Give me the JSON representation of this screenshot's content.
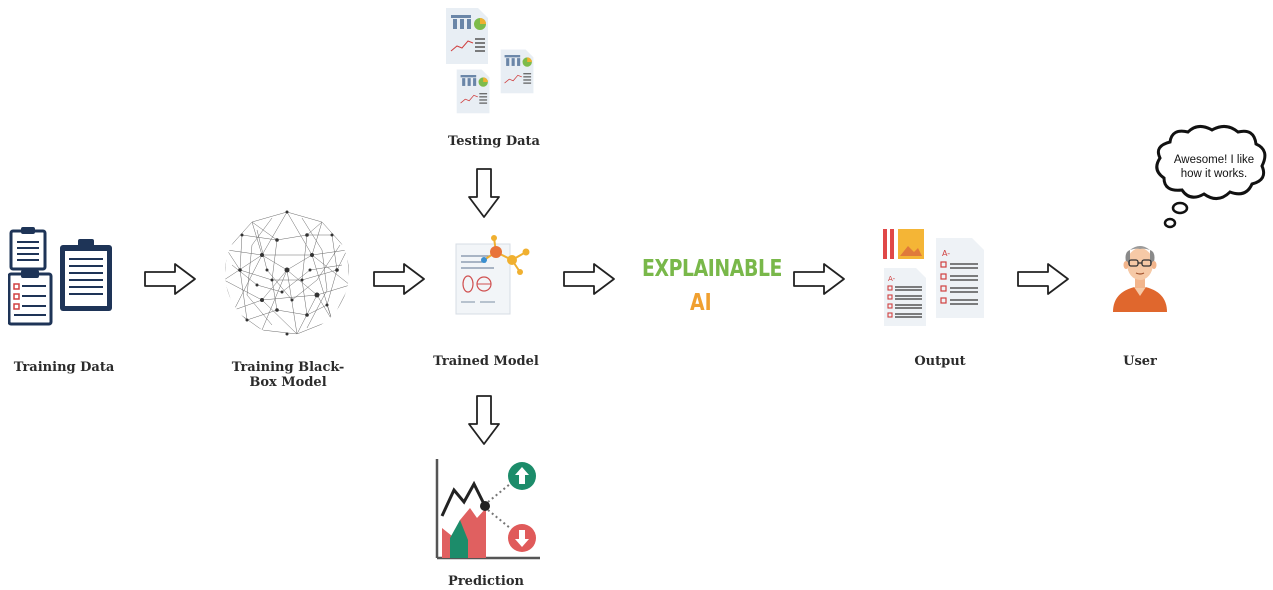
{
  "labels": {
    "training_data": "Training Data",
    "black_box": "Training Black-\nBox Model",
    "testing_data": "Testing Data",
    "trained_model": "Trained Model",
    "prediction": "Prediction",
    "output": "Output",
    "user": "User"
  },
  "xai": {
    "line1": "EXPLAINABLE",
    "line2": "AI"
  },
  "speech_bubble": "Awesome! I like how it works.",
  "colors": {
    "xai_green": "#79b84a",
    "xai_orange": "#f0a030",
    "navy": "#1e3457",
    "up_green": "#1c8c6a",
    "down_red": "#e05a5a"
  }
}
